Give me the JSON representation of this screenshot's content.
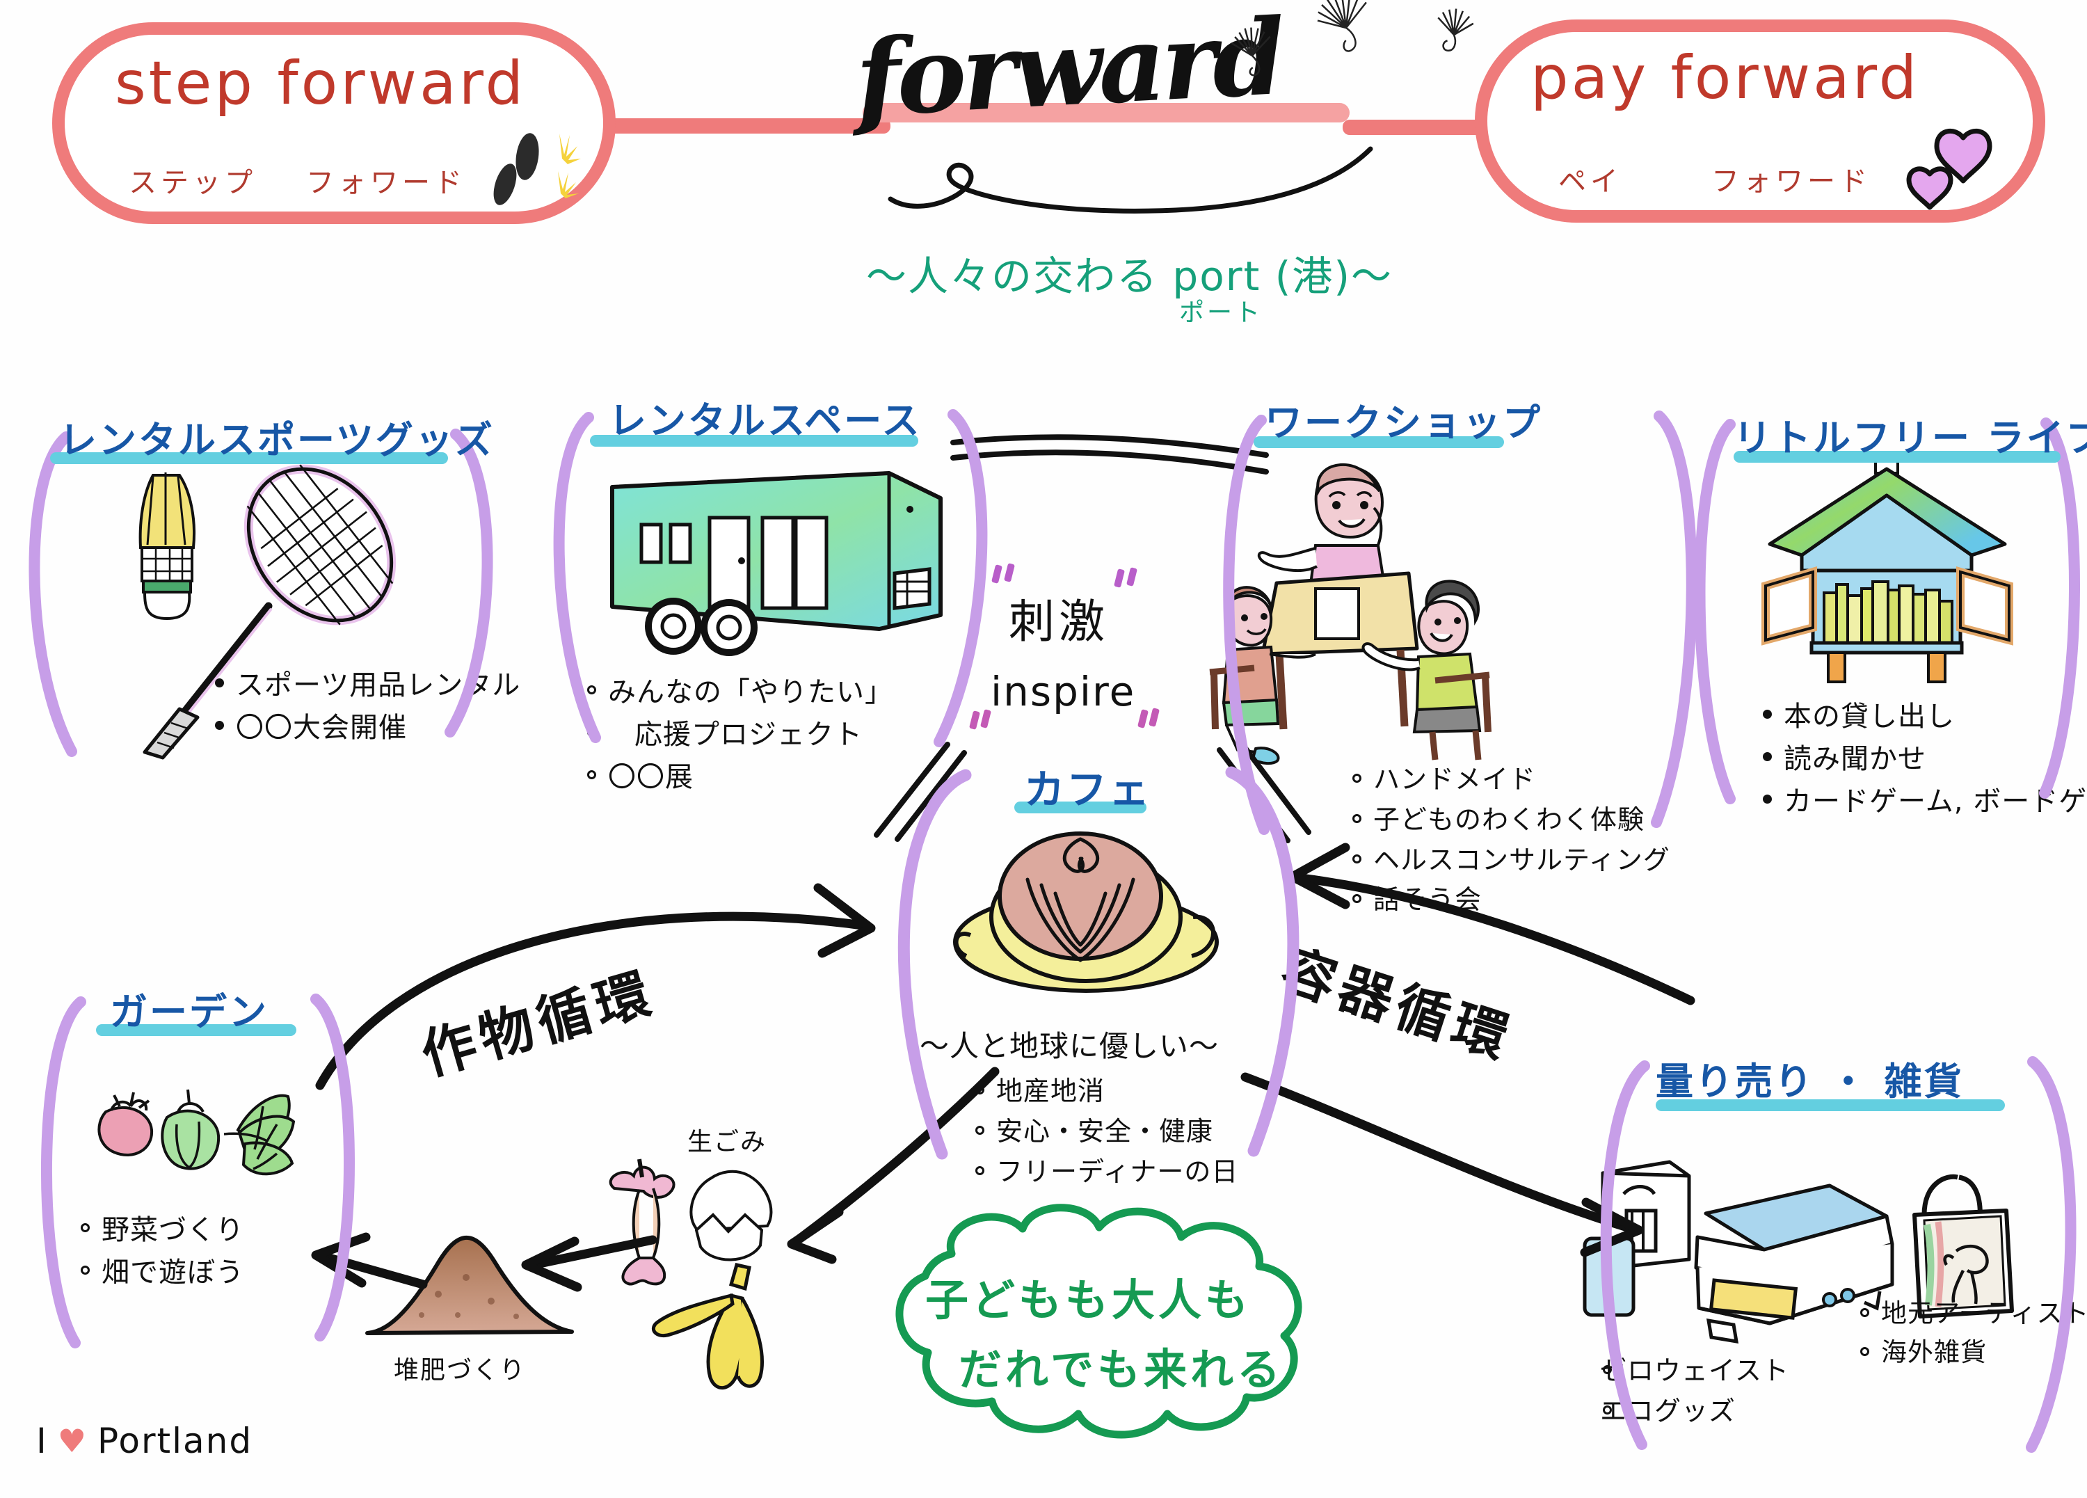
{
  "header": {
    "left_pill": {
      "english": "step forward",
      "kana_1": "ステップ",
      "kana_2": "フォワード",
      "icon": "footprints-sparkle-icon"
    },
    "right_pill": {
      "english": "pay forward",
      "kana_1": "ペイ",
      "kana_2": "フォワード",
      "icon": "hearts-icon"
    },
    "logo": "forward",
    "logo_decoration": "dandelion-seeds-icon",
    "subtitle": "〜人々の交わる port (港)〜",
    "subtitle_kana": "ポート"
  },
  "center": {
    "inspire_jp": "刺激",
    "inspire_en": "inspire"
  },
  "cycles": {
    "crops": "作物循環",
    "containers": "容器循環",
    "food_waste_label": "生ごみ",
    "compost_label": "堆肥づくり"
  },
  "cards": [
    {
      "id": "rental-sports-goods",
      "title": "レンタルスポーツグッズ",
      "illustration": "badminton-racket-shuttlecock-icon",
      "bullets": [
        "スポーツ用品レンタル",
        "〇〇大会開催"
      ]
    },
    {
      "id": "rental-space",
      "title": "レンタルスペース",
      "illustration": "trailer-mobile-space-icon",
      "bullets": [
        "みんなの「やりたい」",
        "応援プロジェクト",
        "〇〇展"
      ]
    },
    {
      "id": "workshop",
      "title": "ワークショップ",
      "illustration": "people-at-table-icon",
      "bullets": [
        "ハンドメイド",
        "子どものわくわく体験",
        "ヘルスコンサルティング",
        "話そう会"
      ]
    },
    {
      "id": "little-free-library",
      "title": "リトルフリー ライブラリー",
      "illustration": "little-library-house-icon",
      "bullets": [
        "本の貸し出し",
        "読み聞かせ",
        "カードゲーム, ボードゲーム"
      ]
    },
    {
      "id": "cafe",
      "title": "カフェ",
      "illustration": "latte-art-cup-icon",
      "tagline": "〜人と地球に優しい〜",
      "bullets": [
        "地産地消",
        "安心・安全・健康",
        "フリーディナーの日"
      ]
    },
    {
      "id": "garden",
      "title": "ガーデン",
      "illustration": "vegetables-leaves-icon",
      "bullets": [
        "野菜づくり",
        "畑で遊ぼう"
      ]
    },
    {
      "id": "bulk-sale-goods",
      "title": "量り売り ・ 雑貨",
      "illustration": "scale-box-tote-icon",
      "bullets_left": [
        "ゼロウェイスト",
        "エコグッズ"
      ],
      "bullets_right": [
        "地元アーティストさん",
        "海外雑貨"
      ]
    }
  ],
  "cloud": {
    "line_1": "子どもも大人も",
    "line_2": "だれでも来れる"
  },
  "footer": {
    "prefix": "I",
    "heart": "♥",
    "text": "Portland"
  },
  "colors": {
    "pill_red": "#ef7b7b",
    "title_blue": "#1757a6",
    "underline_cyan": "#63cfe0",
    "bracket_purple": "#c79ee8",
    "cloud_green": "#159a52",
    "subtitle_green": "#15a07a"
  }
}
